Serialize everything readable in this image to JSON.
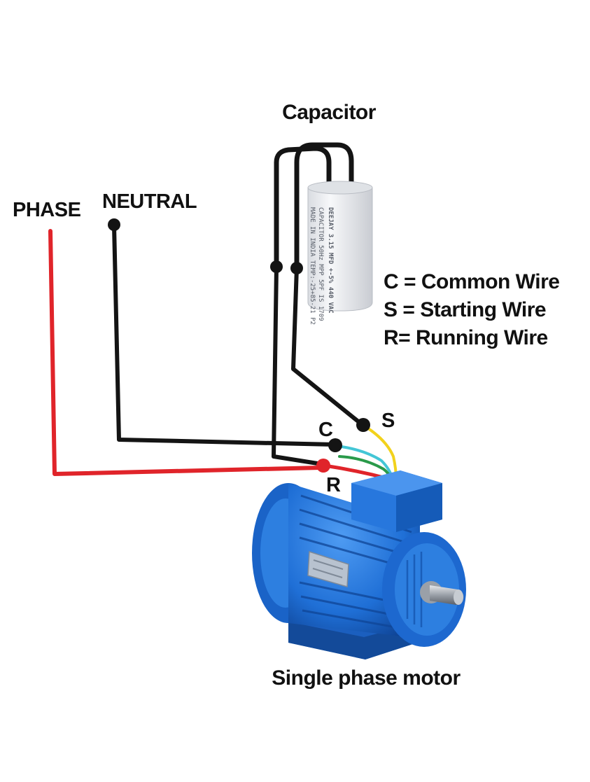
{
  "labels": {
    "capacitor": "Capacitor",
    "phase": "PHASE",
    "neutral": "NEUTRAL",
    "terminal_c": "C",
    "terminal_s": "S",
    "terminal_r": "R",
    "motor": "Single phase motor"
  },
  "legend": [
    "C = Common Wire",
    "S = Starting Wire",
    "R= Running Wire"
  ],
  "capacitor_print": [
    "DEEJAY 3.15 MFD +-5% 440 VAC",
    "CAPACITOR  50Hz  MPP  5PF  IS 1709",
    "MADE IN INDIA  TEMP:-25+85-21  P2"
  ],
  "colors": {
    "phase_wire": "#e0242a",
    "phase_label": "#e8555c",
    "neutral_wire": "#141414",
    "starting_wire": "#f2d21c",
    "common_wire": "#43c6d6",
    "running_wire": "#2a9a4a",
    "motor_body": "#1f6fd6",
    "capacitor_body": "#eceef1"
  }
}
